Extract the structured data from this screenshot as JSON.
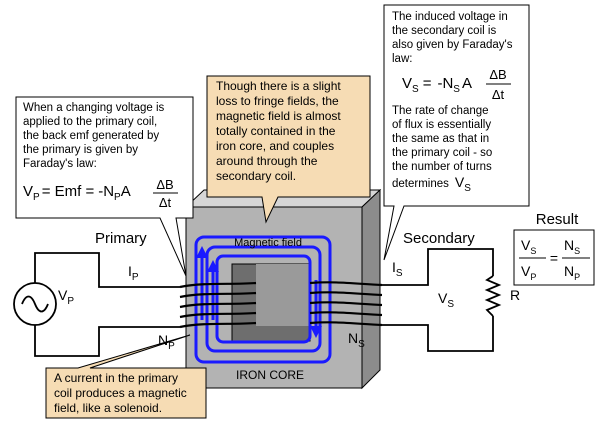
{
  "colors": {
    "core_face": "#b3b3b3",
    "core_side": "#8c8c8c",
    "core_top": "#d6d6d6",
    "window": "#6e6e6e",
    "window_inner": "#9a9a9a",
    "flux": "#1a1aff",
    "coil": "#000000",
    "callout_fill": "#f6dcb4",
    "callout_stroke": "#000000"
  },
  "icons": {
    "source": "ac-source-icon",
    "resistor": "resistor-icon"
  },
  "labels": {
    "primary": "Primary",
    "secondary": "Secondary",
    "result": "Result",
    "magnetic_field": "Magnetic field",
    "iron_core": "IRON CORE",
    "vp_main": "V",
    "vp_sub": "P",
    "ip_main": "I",
    "ip_sub": "P",
    "np_main": "N",
    "np_sub": "P",
    "is_main": "I",
    "is_sub": "S",
    "vs_main": "V",
    "vs_sub": "S",
    "ns_main": "N",
    "ns_sub": "S",
    "r": "R"
  },
  "callouts": {
    "primary_emf": {
      "lines": [
        "When a changing voltage is",
        "applied to the primary coil,",
        "the back emf generated by",
        "the primary is given by",
        "Faraday's law:"
      ],
      "eq_lhs_main": "V",
      "eq_lhs_sub": "P",
      "eq_mid": "= Emf =",
      "eq_neg": "-N",
      "eq_neg_sub": "P",
      "eq_a": "A",
      "frac_num": "ΔB",
      "frac_den": "Δt"
    },
    "fringe": {
      "lines": [
        "Though there is a slight",
        "loss to fringe fields, the",
        "magnetic field is almost",
        "totally contained in the",
        "iron core, and couples",
        "around through the",
        "secondary coil."
      ]
    },
    "secondary_law": {
      "lines_top": [
        "The induced voltage in",
        "the secondary coil is",
        "also given by Faraday's",
        "law:"
      ],
      "eq_lhs_main": "V",
      "eq_lhs_sub": "S",
      "eq_mid": "=",
      "eq_neg": "-N",
      "eq_neg_sub": "S",
      "eq_a": "A",
      "frac_num": "ΔB",
      "frac_den": "Δt",
      "lines_bottom": [
        "The rate of change",
        "of flux is essentially",
        "the same as that in",
        "the primary coil - so",
        "the number of turns"
      ],
      "last_line": "determines",
      "last_main": "V",
      "last_sub": "S"
    },
    "solenoid": {
      "lines": [
        "A current in the primary",
        "coil produces a magnetic",
        "field, like a solenoid."
      ]
    },
    "result": {
      "vs_main": "V",
      "vs_sub": "S",
      "vp_main": "V",
      "vp_sub": "P",
      "eq": "=",
      "ns_main": "N",
      "ns_sub": "S",
      "np_main": "N",
      "np_sub": "P"
    }
  }
}
